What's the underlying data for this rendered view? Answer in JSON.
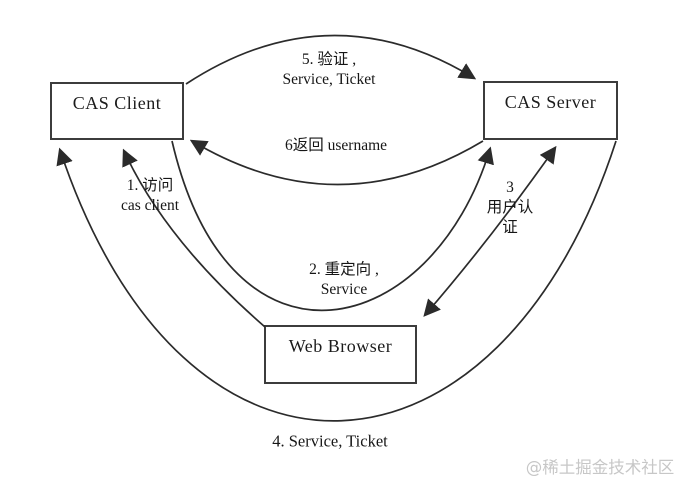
{
  "diagram": {
    "nodes": {
      "cas_client": "CAS Client",
      "cas_server": "CAS Server",
      "web_browser": "Web Browser"
    },
    "labels": {
      "step1_line1": "1. 访问",
      "step1_line2": "cas client",
      "step2_line1": "2. 重定向 ,",
      "step2_line2": "Service",
      "step3_line1": "3",
      "step3_line2": "用户认",
      "step3_line3": "证",
      "step4": "4. Service, Ticket",
      "step5_line1": "5. 验证 ,",
      "step5_line2": "Service, Ticket",
      "step6": "6返回 username"
    },
    "watermark": "@稀土掘金技术社区",
    "colors": {
      "line": "#2b2b2b",
      "box_border": "#3c3c3c",
      "background": "#ffffff",
      "watermark": "#c7c7c7"
    }
  }
}
